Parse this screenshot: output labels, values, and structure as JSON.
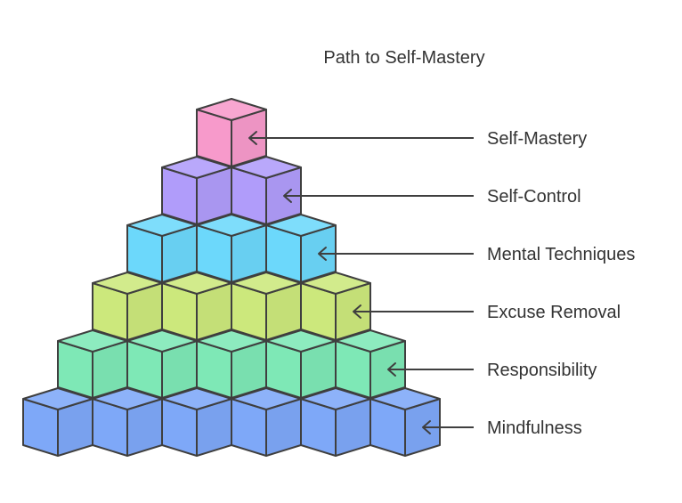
{
  "diagram": {
    "title": "Path to Self-Mastery",
    "levels": [
      {
        "label": "Self-Mastery",
        "color": "#f79acb"
      },
      {
        "label": "Self-Control",
        "color": "#b09cfa"
      },
      {
        "label": "Mental Techniques",
        "color": "#6cd8fb"
      },
      {
        "label": "Excuse Removal",
        "color": "#cce87c"
      },
      {
        "label": "Responsibility",
        "color": "#7ee8b6"
      },
      {
        "label": "Mindfulness",
        "color": "#7ea8f8"
      }
    ]
  }
}
